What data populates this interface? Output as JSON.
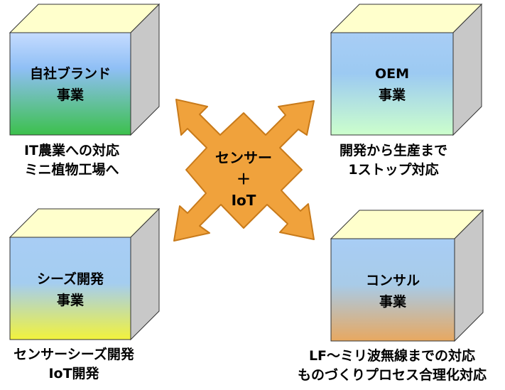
{
  "colors": {
    "box_top": "#ffffcc",
    "box_side": "#c8c8c8",
    "box_outline": "#333333",
    "sky_blue": "#8fbff5",
    "green_bottom": "#3cc04c",
    "lightgreen_bottom": "#ccffcc",
    "yellow_bottom": "#f2f23c",
    "orange_bottom": "#e8a860",
    "arrow_fill": "#f0a23c",
    "arrow_stroke": "#c87a1a"
  },
  "boxes": [
    {
      "id": "brand",
      "line1": "自社ブランド",
      "line2": "事業",
      "caption1": "IT農業への対応",
      "caption2": "ミニ植物工場へ"
    },
    {
      "id": "oem",
      "line1": "OEM",
      "line2": "事業",
      "caption1": "開発から生産まで",
      "caption2": "1ストップ対応"
    },
    {
      "id": "seeds",
      "line1": "シーズ開発",
      "line2": "事業",
      "caption1": "センサーシーズ開発",
      "caption2": "IoT開発"
    },
    {
      "id": "consul",
      "line1": "コンサル",
      "line2": "事業",
      "caption1": "LF～ミリ波無線までの対応",
      "caption2": "ものづくりプロセス合理化対応"
    }
  ],
  "center": {
    "line1": "センサー",
    "line2": "＋",
    "line3": "IoT"
  }
}
